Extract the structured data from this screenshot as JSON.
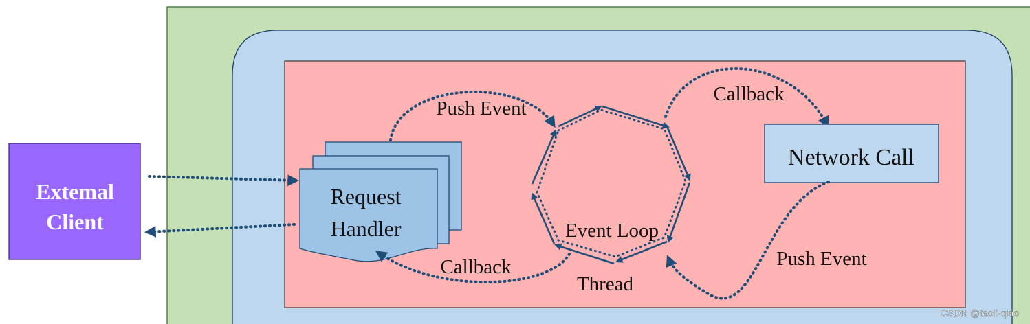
{
  "colors": {
    "outer_box": "#c5e0b4",
    "container_box": "#bdd7ee",
    "process_box": "#ffb3b3",
    "client_box": "#9966ff",
    "handler_pages": "#9dc3e6",
    "network_box": "#bdd7ee",
    "arrow": "#1f4e79"
  },
  "client": {
    "line1": "Extemal",
    "line2": "Client"
  },
  "handler": {
    "line1": "Request",
    "line2": "Handler"
  },
  "event_loop": {
    "label": "Event Loop",
    "thread_label": "Thread"
  },
  "network": {
    "label": "Network Call"
  },
  "flows": {
    "push_event_top": "Push Event",
    "callback_top": "Callback",
    "callback_bottom": "Callback",
    "push_event_bottom": "Push Event"
  },
  "watermark": "CSDN @taoli-qiao"
}
